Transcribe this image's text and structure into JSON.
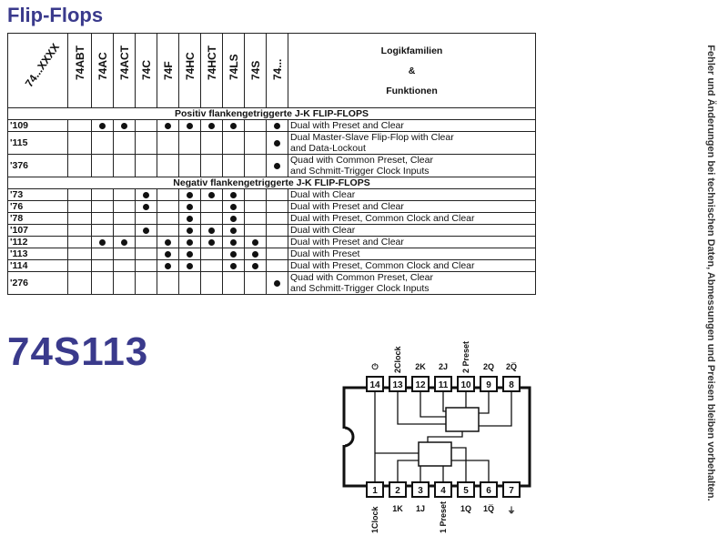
{
  "page": {
    "title": "Flip-Flops",
    "part_number": "74S113"
  },
  "side_note": "Fehler und Änderungen bei technischen Daten, Abmessungen und Preisen bleiben vorbehalten.",
  "table": {
    "corner_label": "74...XXXX",
    "families": [
      "74ABT",
      "74AC",
      "74ACT",
      "74C",
      "74F",
      "74HC",
      "74HCT",
      "74LS",
      "74S",
      "74..."
    ],
    "desc_header": [
      "Logikfamilien",
      "&",
      "Funktionen"
    ],
    "sections": [
      {
        "title": "Positiv flankengetriggerte J-K FLIP-FLOPS",
        "rows": [
          {
            "code": "'109",
            "desc": [
              "Dual with Preset and Clear"
            ],
            "avail": [
              0,
              1,
              1,
              0,
              1,
              1,
              1,
              1,
              0,
              1
            ]
          },
          {
            "code": "'115",
            "desc": [
              "Dual Master-Slave Flip-Flop with Clear",
              "and Data-Lockout"
            ],
            "avail": [
              0,
              0,
              0,
              0,
              0,
              0,
              0,
              0,
              0,
              1
            ]
          },
          {
            "code": "'376",
            "desc": [
              "Quad with Common Preset, Clear",
              "and Schmitt-Trigger Clock Inputs"
            ],
            "avail": [
              0,
              0,
              0,
              0,
              0,
              0,
              0,
              0,
              0,
              1
            ]
          }
        ]
      },
      {
        "title": "Negativ flankengetriggerte J-K FLIP-FLOPS",
        "rows": [
          {
            "code": "'73",
            "desc": [
              "Dual with Clear"
            ],
            "avail": [
              0,
              0,
              0,
              1,
              0,
              1,
              1,
              1,
              0,
              0
            ]
          },
          {
            "code": "'76",
            "desc": [
              "Dual with Preset and Clear"
            ],
            "avail": [
              0,
              0,
              0,
              1,
              0,
              1,
              0,
              1,
              0,
              0
            ]
          },
          {
            "code": "'78",
            "desc": [
              "Dual with Preset, Common Clock and Clear"
            ],
            "avail": [
              0,
              0,
              0,
              0,
              0,
              1,
              0,
              1,
              0,
              0
            ]
          },
          {
            "code": "'107",
            "desc": [
              "Dual with Clear"
            ],
            "avail": [
              0,
              0,
              0,
              1,
              0,
              1,
              1,
              1,
              0,
              0
            ]
          },
          {
            "code": "'112",
            "desc": [
              "Dual with Preset and Clear"
            ],
            "avail": [
              0,
              1,
              1,
              0,
              1,
              1,
              1,
              1,
              1,
              0
            ]
          },
          {
            "code": "'113",
            "desc": [
              "Dual with Preset"
            ],
            "avail": [
              0,
              0,
              0,
              0,
              1,
              1,
              0,
              1,
              1,
              0
            ]
          },
          {
            "code": "'114",
            "desc": [
              "Dual with Preset, Common Clock and Clear"
            ],
            "avail": [
              0,
              0,
              0,
              0,
              1,
              1,
              0,
              1,
              1,
              0
            ]
          },
          {
            "code": "'276",
            "desc": [
              "Quad with Common Preset, Clear",
              "and Schmitt-Trigger Clock Inputs"
            ],
            "avail": [
              0,
              0,
              0,
              0,
              0,
              0,
              0,
              0,
              0,
              1
            ]
          }
        ]
      }
    ]
  },
  "pinout": {
    "top_pins": [
      "14",
      "13",
      "12",
      "11",
      "10",
      "9",
      "8"
    ],
    "bottom_pins": [
      "1",
      "2",
      "3",
      "4",
      "5",
      "6",
      "7"
    ],
    "top_labels": [
      "⏻",
      "2Clock",
      "2K",
      "2J",
      "2 Preset",
      "2Q",
      "2Q̅"
    ],
    "bottom_labels": [
      "1Clock",
      "1K",
      "1J",
      "1 Preset",
      "1Q",
      "1Q̅",
      "⏚"
    ]
  }
}
